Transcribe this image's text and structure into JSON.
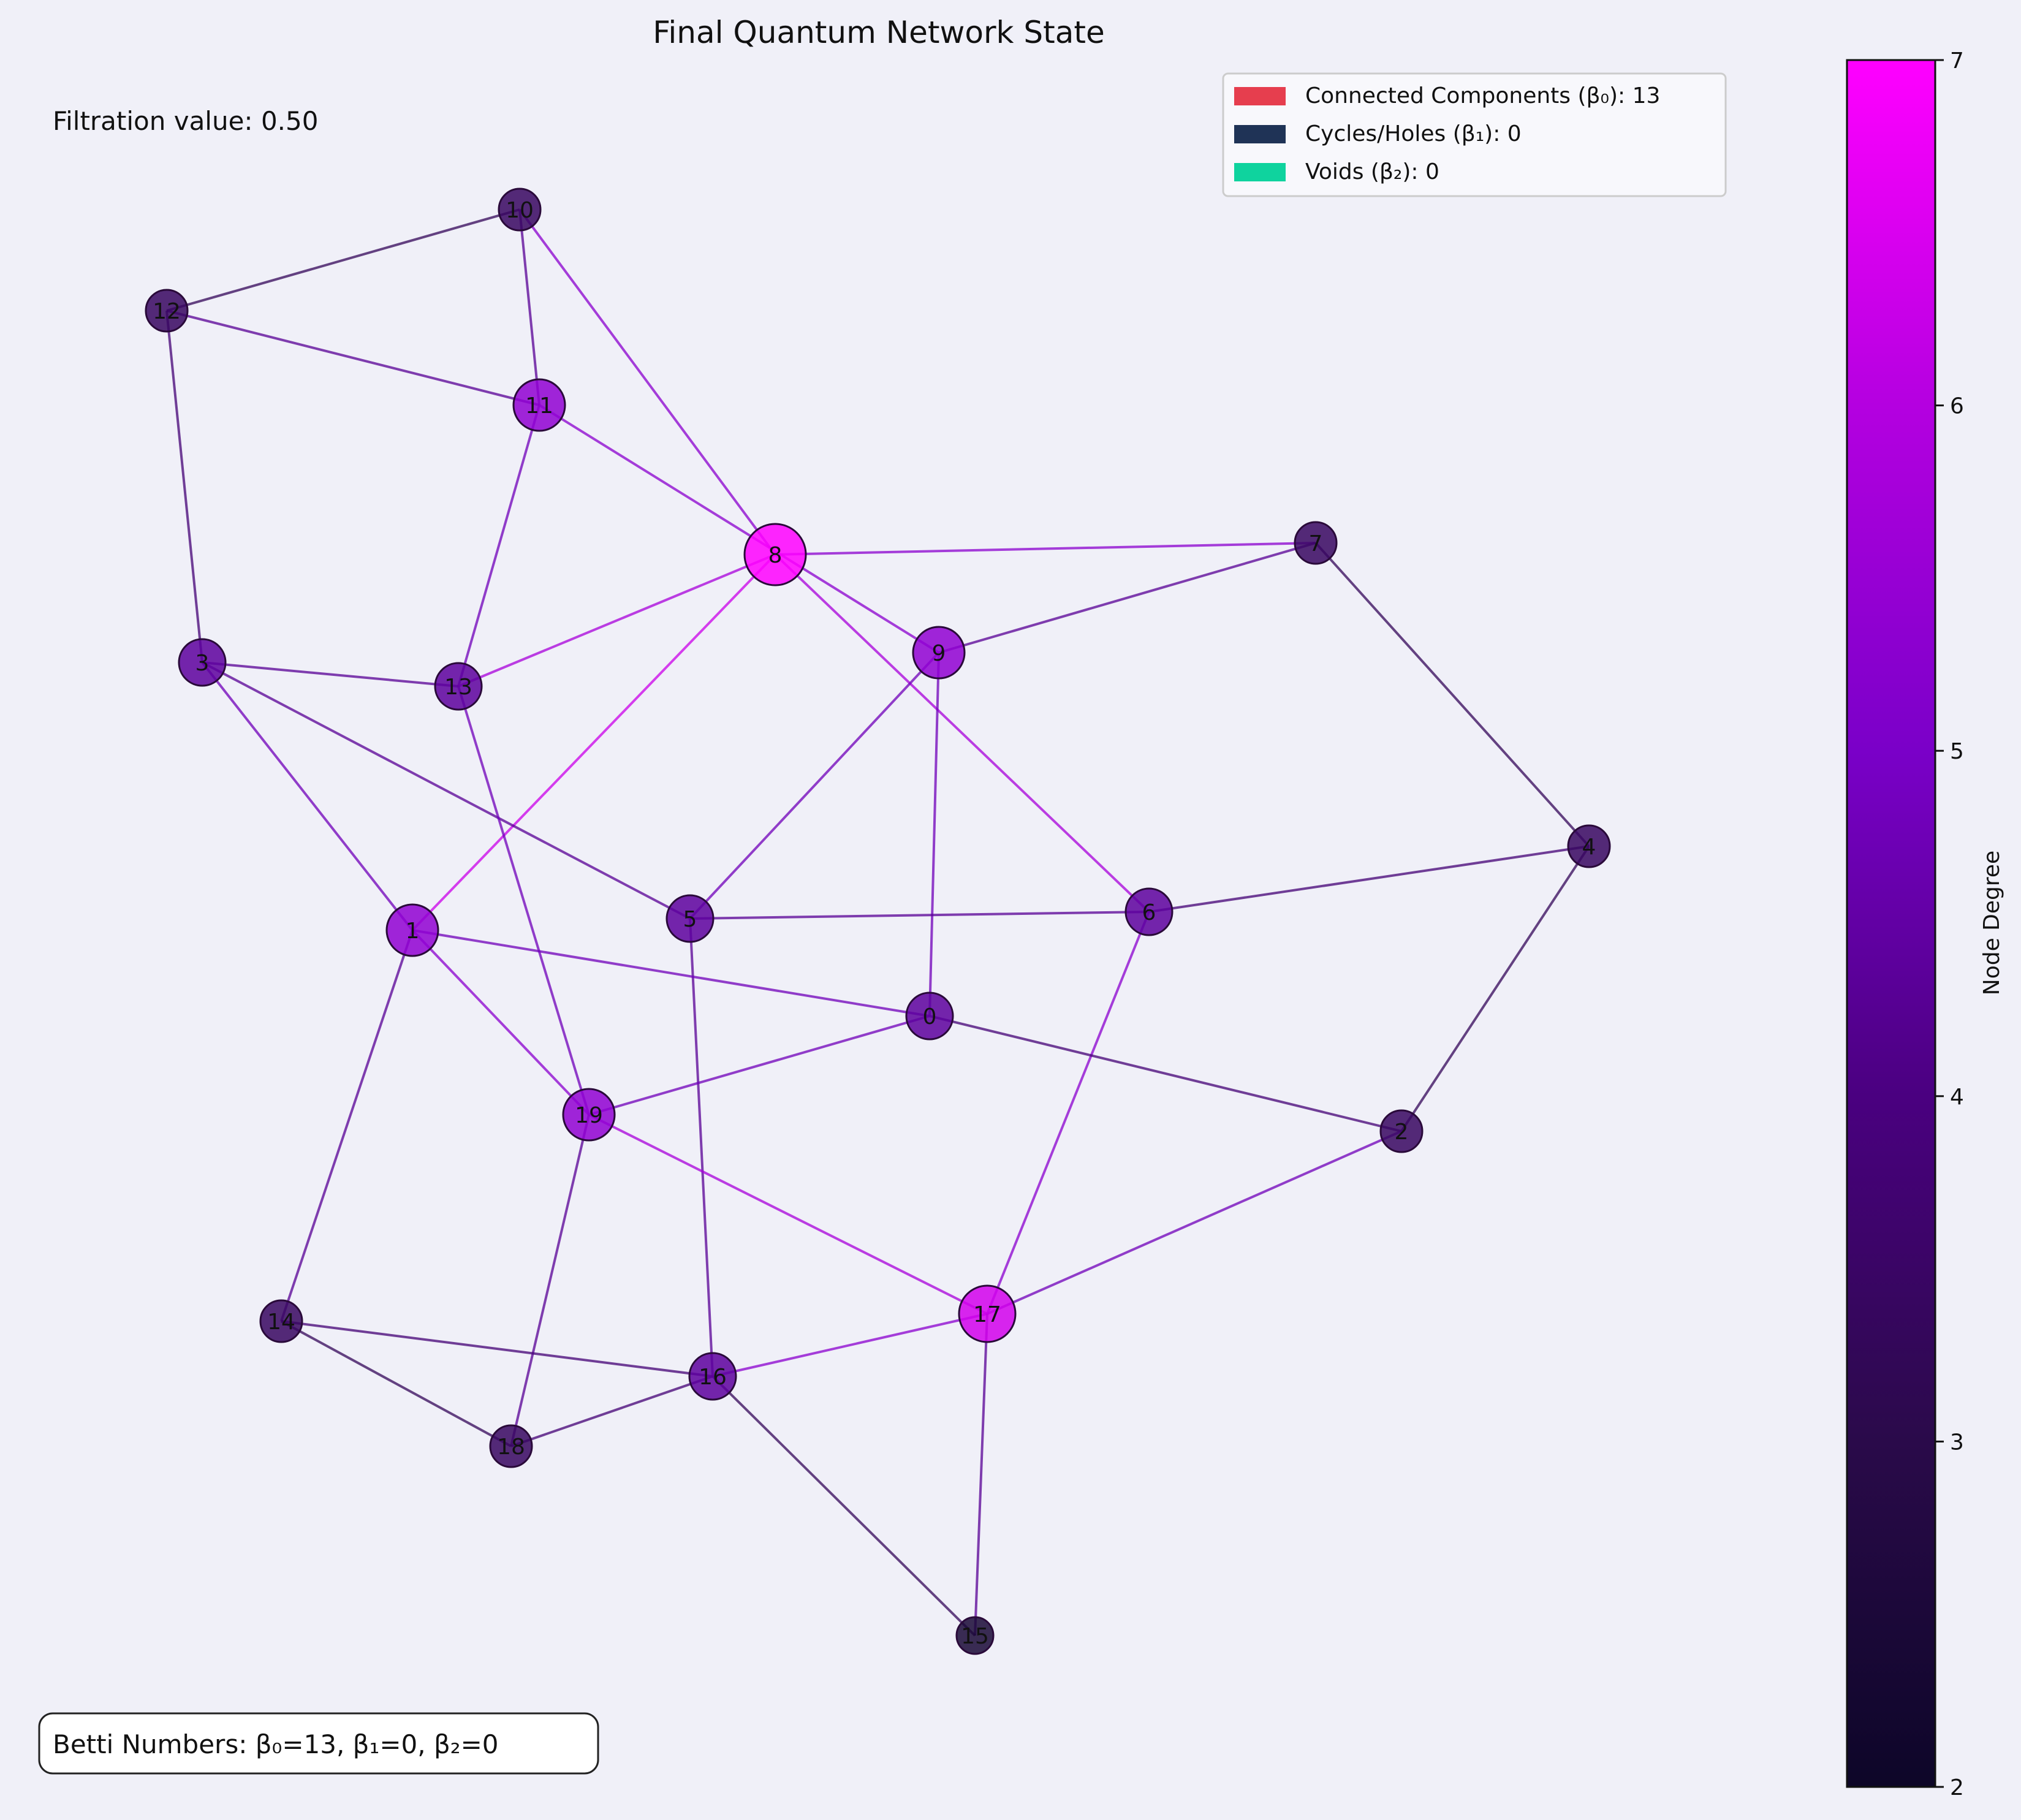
{
  "title": "Final Quantum Network State",
  "filtration_label": "Filtration value: 0.50",
  "betti_box": "Betti Numbers: β₀=13, β₁=0, β₂=0",
  "legend": [
    {
      "label": "Connected Components (β₀): 13",
      "color": "#e63e4e"
    },
    {
      "label": "Cycles/Holes (β₁): 0",
      "color": "#1f3356"
    },
    {
      "label": "Voids (β₂): 0",
      "color": "#0fd39e"
    }
  ],
  "colorbar": {
    "label": "Node Degree",
    "min": 2,
    "max": 7,
    "ticks": [
      "2",
      "3",
      "4",
      "5",
      "6",
      "7"
    ],
    "stops": [
      "#0d0628",
      "#2a0a4a",
      "#4a0080",
      "#7a00c8",
      "#b400e0",
      "#ff00ff"
    ]
  },
  "nodes": [
    {
      "id": "0",
      "degree": 4
    },
    {
      "id": "1",
      "degree": 5
    },
    {
      "id": "2",
      "degree": 3
    },
    {
      "id": "3",
      "degree": 4
    },
    {
      "id": "4",
      "degree": 3
    },
    {
      "id": "5",
      "degree": 4
    },
    {
      "id": "6",
      "degree": 4
    },
    {
      "id": "7",
      "degree": 3
    },
    {
      "id": "8",
      "degree": 7
    },
    {
      "id": "9",
      "degree": 5
    },
    {
      "id": "10",
      "degree": 3
    },
    {
      "id": "11",
      "degree": 5
    },
    {
      "id": "12",
      "degree": 3
    },
    {
      "id": "13",
      "degree": 4
    },
    {
      "id": "14",
      "degree": 3
    },
    {
      "id": "15",
      "degree": 2
    },
    {
      "id": "16",
      "degree": 4
    },
    {
      "id": "17",
      "degree": 6
    },
    {
      "id": "18",
      "degree": 3
    },
    {
      "id": "19",
      "degree": 5
    }
  ],
  "edges": [
    [
      "10",
      "12"
    ],
    [
      "10",
      "11"
    ],
    [
      "10",
      "8"
    ],
    [
      "12",
      "11"
    ],
    [
      "12",
      "3"
    ],
    [
      "11",
      "9"
    ],
    [
      "11",
      "13"
    ],
    [
      "8",
      "7"
    ],
    [
      "8",
      "13"
    ],
    [
      "8",
      "1"
    ],
    [
      "8",
      "6"
    ],
    [
      "7",
      "9"
    ],
    [
      "7",
      "4"
    ],
    [
      "9",
      "5"
    ],
    [
      "9",
      "0"
    ],
    [
      "3",
      "13"
    ],
    [
      "3",
      "5"
    ],
    [
      "3",
      "1"
    ],
    [
      "13",
      "19"
    ],
    [
      "5",
      "6"
    ],
    [
      "5",
      "16"
    ],
    [
      "6",
      "4"
    ],
    [
      "6",
      "17"
    ],
    [
      "4",
      "2"
    ],
    [
      "1",
      "0"
    ],
    [
      "1",
      "19"
    ],
    [
      "1",
      "14"
    ],
    [
      "0",
      "19"
    ],
    [
      "0",
      "2"
    ],
    [
      "19",
      "17"
    ],
    [
      "19",
      "18"
    ],
    [
      "2",
      "17"
    ],
    [
      "14",
      "16"
    ],
    [
      "14",
      "18"
    ],
    [
      "17",
      "16"
    ],
    [
      "17",
      "15"
    ],
    [
      "18",
      "16"
    ],
    [
      "16",
      "15"
    ]
  ]
}
